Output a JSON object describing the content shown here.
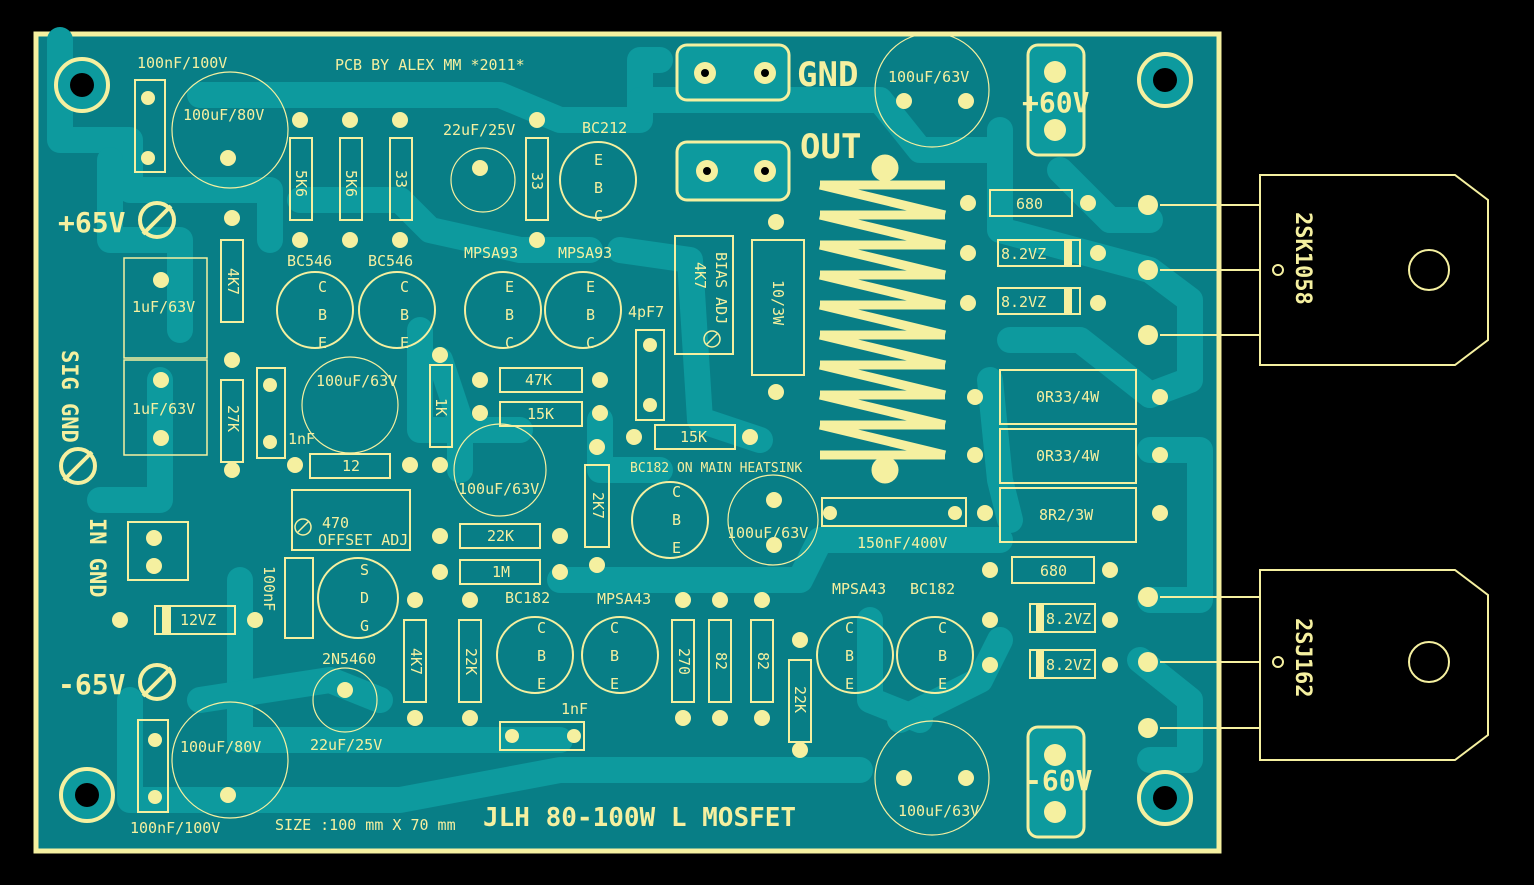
{
  "board": {
    "credit": "PCB BY ALEX MM *2011*",
    "title": "JLH 80-100W L MOSFET",
    "size": "SIZE :100 mm X 70 mm",
    "colors": {
      "copper": "#087e86",
      "trace": "#0d9a9e",
      "silk": "#f5f0a0",
      "background": "#000000"
    }
  },
  "terminals": {
    "gnd": "GND",
    "out": "OUT",
    "plus60": "+60V",
    "minus60": "-60V",
    "plus65": "+65V",
    "minus65": "-65V",
    "sig_gnd": "SIG GND",
    "in_gnd": "IN GND"
  },
  "parts": {
    "c_100n_top": "100nF/100V",
    "c_100u80_top": "100uF/80V",
    "c_100n_bot": "100nF/100V",
    "c_100u80_bot": "100uF/80V",
    "r_5k6_a": "5K6",
    "r_5k6_b": "5K6",
    "r_33_top": "33",
    "c_22u25_top": "22uF/25V",
    "r_33_b": "33",
    "q_bc212": "BC212",
    "q_bc546_a": "BC546",
    "q_bc546_b": "BC546",
    "q_mpsa93_a": "MPSA93",
    "q_mpsa93_b": "MPSA93",
    "r_4k7_a": "4K7",
    "c_1u_a": "1uF/63V",
    "c_1u_b": "1uF/63V",
    "r_27k": "27K",
    "c_1nf_a": "1nF",
    "c_100u63_a": "100uF/63V",
    "r_1k": "1K",
    "r_47k": "47K",
    "r_15k_a": "15K",
    "r_15k_b": "15K",
    "r_12": "12",
    "c_100u63_b": "100uF/63V",
    "r_470": "470",
    "offset": "OFFSET ADJ",
    "r_22k_a": "22K",
    "r_1m": "1M",
    "c_4p7": "4pF7",
    "bias_pot": "4K7",
    "bias": "BIAS ADJ",
    "r_10r": "10/3W",
    "r_2k7": "2K7",
    "q_bc182_heat": "BC182 ON MAIN HEATSINK",
    "c_100u63_c": "100uF/63V",
    "c_150n": "150nF/400V",
    "c_100u63_top": "100uF/63V",
    "c_100u63_bot": "100uF/63V",
    "r_680_a": "680",
    "z_82_a": "8.2VZ",
    "z_82_b": "8.2VZ",
    "r_0r33_a": "0R33/4W",
    "r_0r33_b": "0R33/4W",
    "r_8r2": "8R2/3W",
    "r_680_b": "680",
    "z_82_c": "8.2VZ",
    "z_82_d": "8.2VZ",
    "c_100nf_b": "100nF",
    "z_12": "12VZ",
    "q_2n5460": "2N5460",
    "r_4k7_b": "4K7",
    "c_22u25_bot": "22uF/25V",
    "q_bc182_a": "BC182",
    "r_22k_b": "22K",
    "q_mpsa43_a": "MPSA43",
    "c_1nf_b": "1nF",
    "r_270": "270",
    "r_82_a": "82",
    "r_82_b": "82",
    "r_22k_c": "22K",
    "q_mpsa43_b": "MPSA43",
    "q_bc182_b": "BC182",
    "mosfet_n": "2SK1058",
    "mosfet_p": "2SJ162"
  },
  "pins": {
    "e": "E",
    "b": "B",
    "c": "C",
    "s": "S",
    "d": "D",
    "g": "G"
  }
}
